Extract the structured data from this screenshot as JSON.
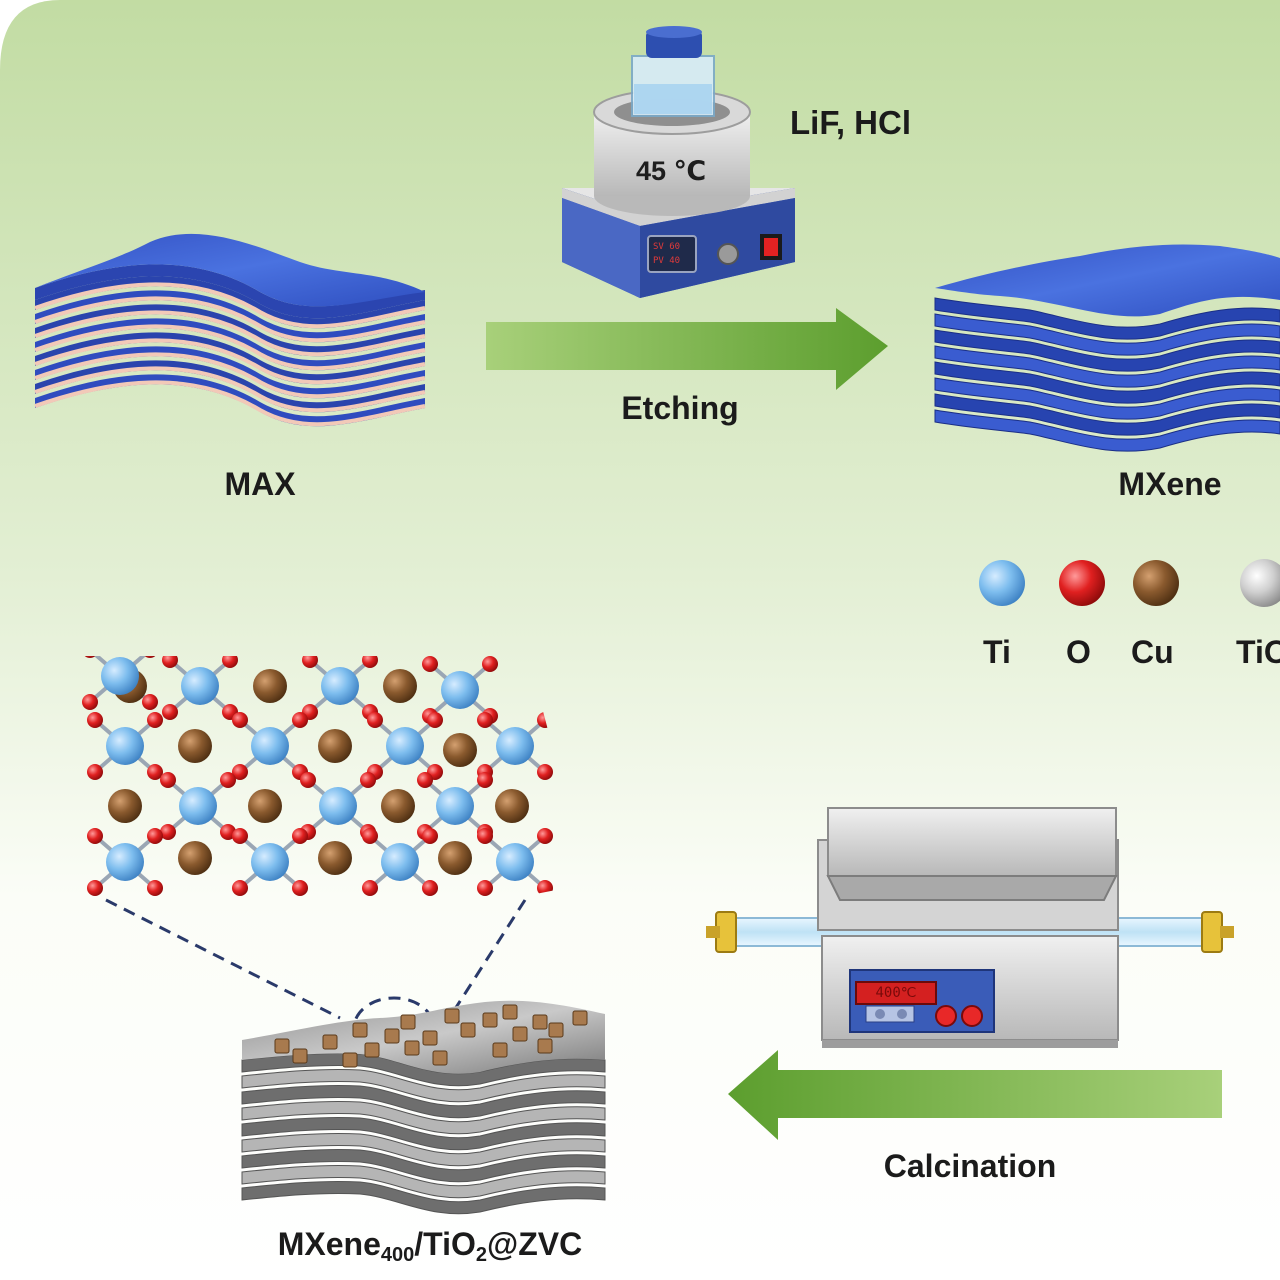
{
  "labels": {
    "max": "MAX",
    "mxene": "MXene",
    "etching": "Etching",
    "reagents": "LiF, HCl",
    "calcination": "Calcination",
    "product_main": "MXene",
    "product_sub": "400",
    "product_rest": "/TiO",
    "product_sub2": "2",
    "product_end": "@ZVC"
  },
  "devices": {
    "bath_temperature": "45 ℃",
    "hotplate_sv": "SV 60",
    "hotplate_pv": "PV 40",
    "furnace_display": "400℃"
  },
  "legend": [
    {
      "label": "Ti",
      "color": "#6fb4e8"
    },
    {
      "label": "O",
      "color": "#d61d1d"
    },
    {
      "label": "Cu",
      "color": "#8a5a2e"
    },
    {
      "label": "TiO",
      "color": "#c7c7c7"
    }
  ],
  "colors": {
    "sheet_blue": "#3a5ecf",
    "arrow_green": "#6aac3c",
    "background_top": "#c6dfa8"
  }
}
